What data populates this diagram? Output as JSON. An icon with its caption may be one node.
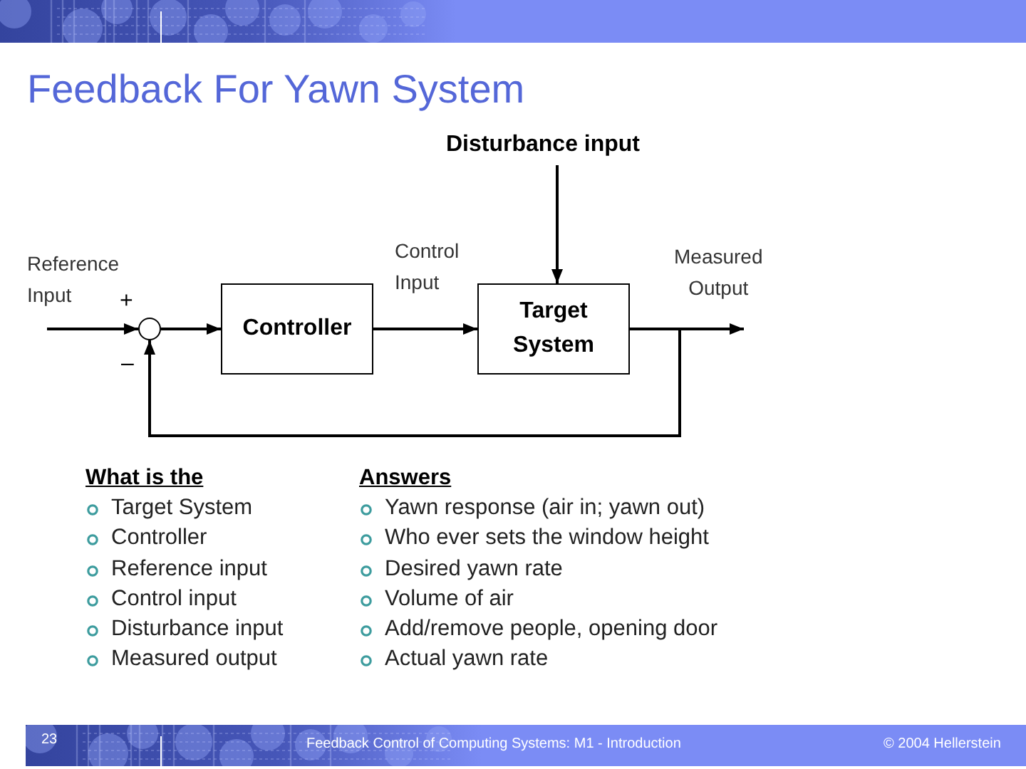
{
  "diagram": {
    "title": "Feedback For Yawn System",
    "nodes": [
      {
        "text": [
          "Disturbance input"
        ]
      },
      {
        "text": [],
        "shape": "circle"
      },
      {
        "text": [
          "Controller"
        ]
      },
      {
        "text": [
          "Target System"
        ]
      }
    ],
    "edges": [
      {
        "from": null,
        "to": 1,
        "arrow": "to",
        "label": "Reference Input"
      },
      {
        "from": 1,
        "to": 2,
        "arrow": "to"
      },
      {
        "from": 2,
        "to": 3,
        "arrow": "to",
        "label": "Control Input"
      },
      {
        "from": 0,
        "to": 3,
        "arrow": "to"
      },
      {
        "from": 3,
        "to": null,
        "arrow": "to",
        "label": "Measured Output"
      },
      {
        "from": 3,
        "to": 1,
        "arrow": "to"
      }
    ],
    "labels": [
      "+",
      "–",
      "What is the",
      "Target System",
      "Controller",
      "Reference input",
      "Control input",
      "Disturbance input",
      "Measured output",
      "Answers",
      "Yawn response (air in; yawn out)",
      "Who ever sets the window height",
      "Desired yawn rate",
      "Volume of air",
      "Add/remove people, opening door",
      "Actual yawn rate",
      "23",
      "Feedback Control of Computing Systems: M1 - Introduction",
      "© 2004 Hellerstein"
    ]
  }
}
